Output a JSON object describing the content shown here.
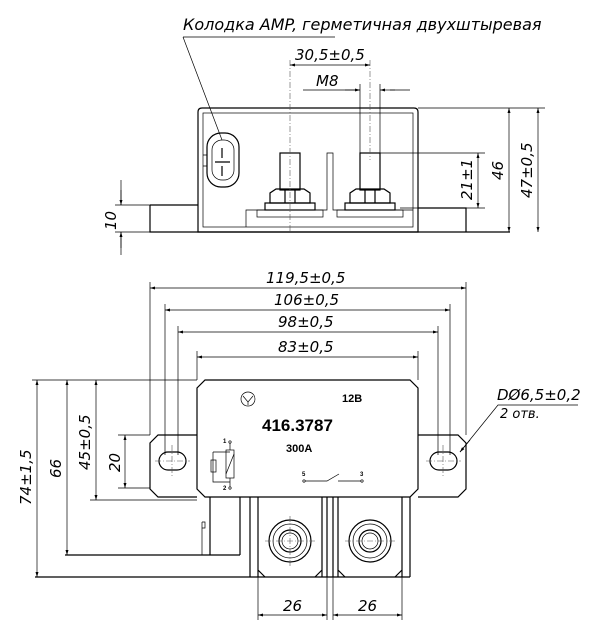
{
  "callout_connector": "Колодка AMP, герметичная двухштыревая",
  "top_view": {
    "dim_stud_spacing": "30,5±0,5",
    "dim_thread": "M8",
    "dim_stud_height": "21±1",
    "dim_body_height": "46",
    "dim_total_height": "47±0,5",
    "dim_flange_thickness": "10"
  },
  "front_view": {
    "dim_overall_width": "119,5±0,5",
    "dim_outer_holes": "106±0,5",
    "dim_inner_holes": "98±0,5",
    "dim_body_width": "83±0,5",
    "dim_total_length": "74±1,5",
    "dim_66": "66",
    "dim_body_length": "45±0,5",
    "dim_flange": "20",
    "dim_terminal_left": "26",
    "dim_terminal_right": "26",
    "hole_spec": "DØ6,5±0,2",
    "hole_count": "2 отв."
  },
  "nameplate": {
    "voltage": "12В",
    "part_number": "416.3787",
    "current": "300А",
    "pin_1": "1",
    "pin_2": "2",
    "pin_5": "5",
    "pin_3": "3"
  }
}
